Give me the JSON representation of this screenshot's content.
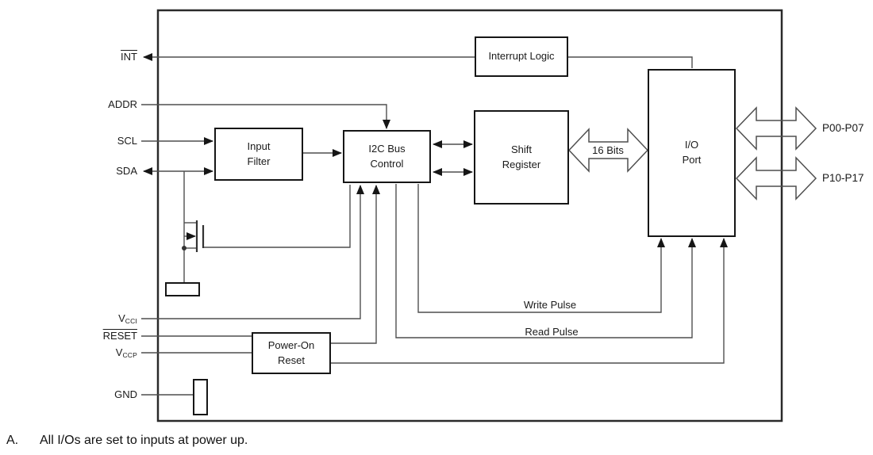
{
  "diagram": {
    "blocks": {
      "interrupt_logic": {
        "label": "Interrupt Logic"
      },
      "input_filter": {
        "line1": "Input",
        "line2": "Filter"
      },
      "i2c_bus_control": {
        "line1": "I2C Bus",
        "line2": "Control"
      },
      "shift_register": {
        "line1": "Shift",
        "line2": "Register"
      },
      "io_port": {
        "line1": "I/O",
        "line2": "Port"
      },
      "power_on_reset": {
        "line1": "Power-On",
        "line2": "Reset"
      }
    },
    "pins": {
      "int": {
        "label": "INT"
      },
      "addr": {
        "label": "ADDR"
      },
      "scl": {
        "label": "SCL"
      },
      "sda": {
        "label": "SDA"
      },
      "vcci": {
        "label": "V",
        "sub": "CCI"
      },
      "reset": {
        "label": "RESET"
      },
      "vccp": {
        "label": "V",
        "sub": "CCP"
      },
      "gnd": {
        "label": "GND"
      }
    },
    "ports": {
      "p0": {
        "label": "P00-P07"
      },
      "p1": {
        "label": "P10-P17"
      }
    },
    "signals": {
      "bits": "16 Bits",
      "write_pulse": "Write Pulse",
      "read_pulse": "Read Pulse"
    },
    "footnote": {
      "marker": "A.",
      "text": "All I/Os are set to inputs at power up."
    },
    "colors": {
      "line": "#4f4f4f",
      "box_border": "#161616",
      "arrowhead": "#161616",
      "background": "#ffffff",
      "text": "#1a1a1a"
    }
  }
}
